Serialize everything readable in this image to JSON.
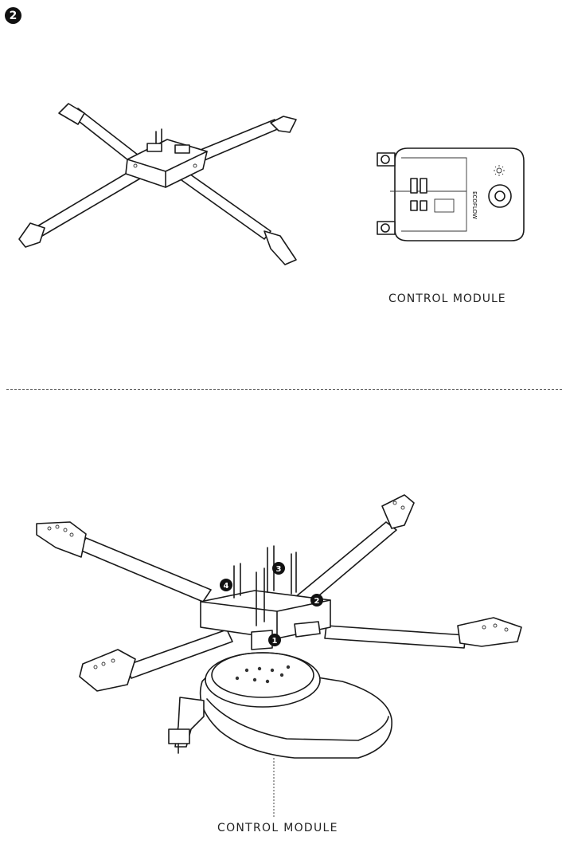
{
  "step": {
    "number": "2"
  },
  "top_panel": {
    "caption": "CONTROL MODULE",
    "module_brand": "ECOFLOW"
  },
  "bottom_panel": {
    "caption": "CONTROL MODULE",
    "callouts": [
      "1",
      "2",
      "3",
      "4"
    ]
  },
  "icons": {
    "step_badge": "numbered-circle-icon",
    "light": "sun-icon",
    "button": "power-button-icon"
  }
}
